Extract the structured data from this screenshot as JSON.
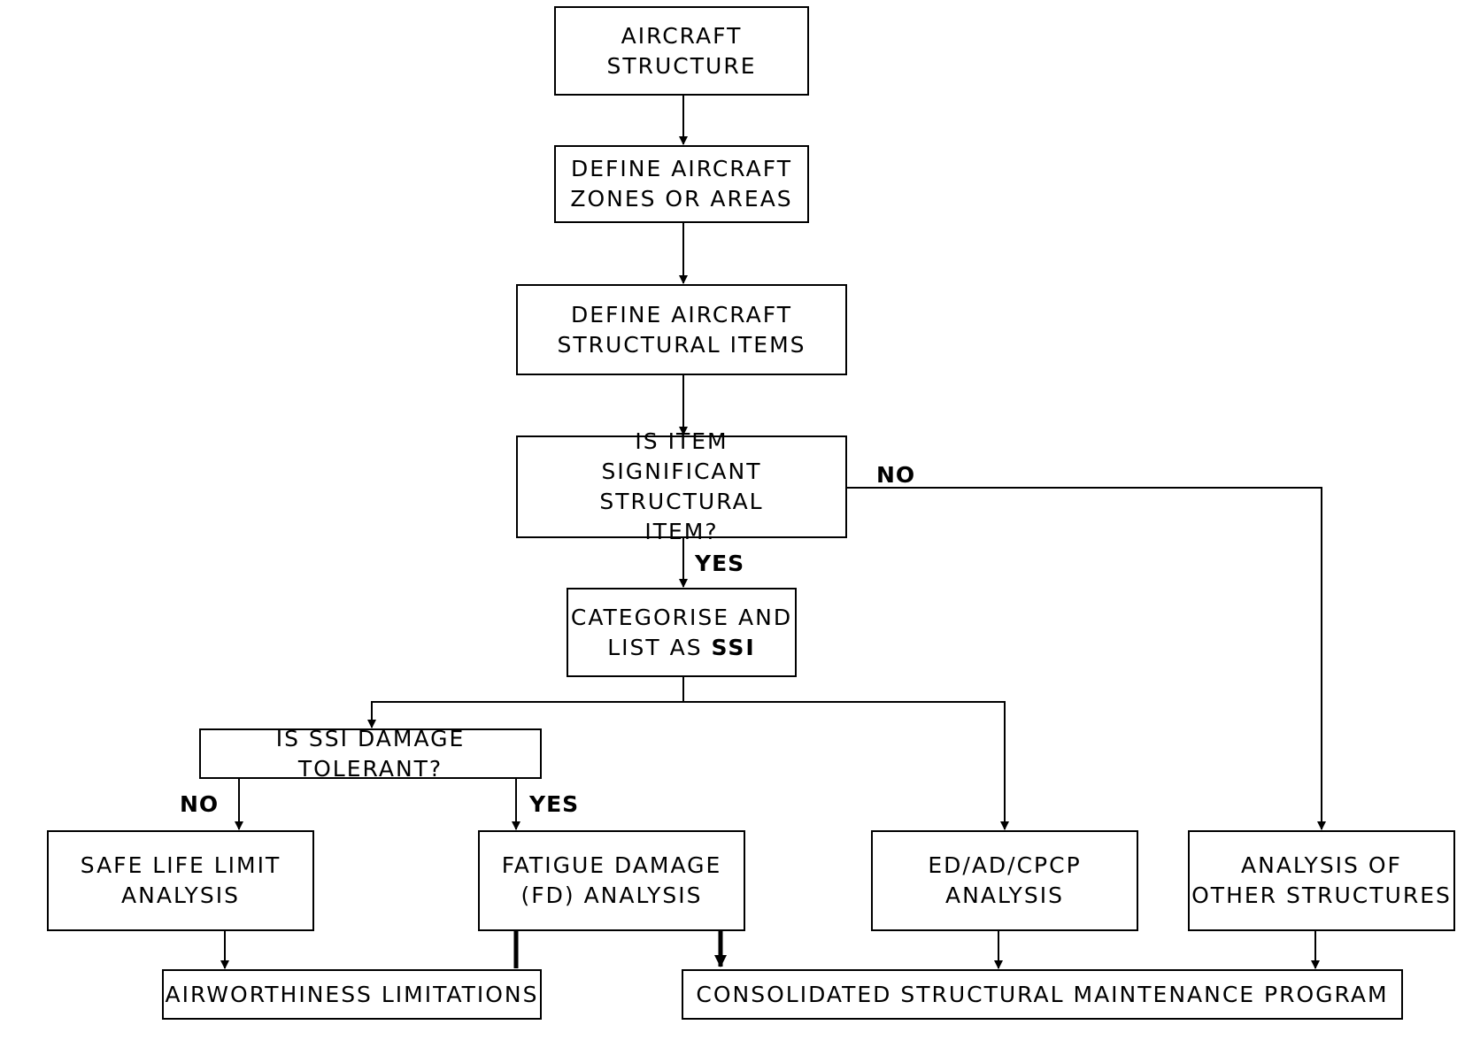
{
  "nodes": {
    "aircraft_structure": "AIRCRAFT\nSTRUCTURE",
    "define_zones": "DEFINE AIRCRAFT\nZONES OR AREAS",
    "define_items": "DEFINE AIRCRAFT\nSTRUCTURAL ITEMS",
    "is_ssi": "IS ITEM\nSIGNIFICANT STRUCTURAL\nITEM?",
    "categorise_line1": "CATEGORISE AND",
    "categorise_line2_prefix": "LIST AS ",
    "categorise_line2_bold": "SSI",
    "damage_tolerant": "IS SSI DAMAGE TOLERANT?",
    "safe_life": "SAFE LIFE LIMIT\nANALYSIS",
    "fatigue": "FATIGUE DAMAGE\n(FD) ANALYSIS",
    "ed_ad": "ED/AD/CPCP\nANALYSIS",
    "other": "ANALYSIS OF\nOTHER STRUCTURES",
    "airworthiness": "AIRWORTHINESS LIMITATIONS",
    "consolidated": "CONSOLIDATED STRUCTURAL MAINTENANCE PROGRAM"
  },
  "labels": {
    "ssi_no": "NO",
    "ssi_yes": "YES",
    "dt_no": "NO",
    "dt_yes": "YES"
  }
}
